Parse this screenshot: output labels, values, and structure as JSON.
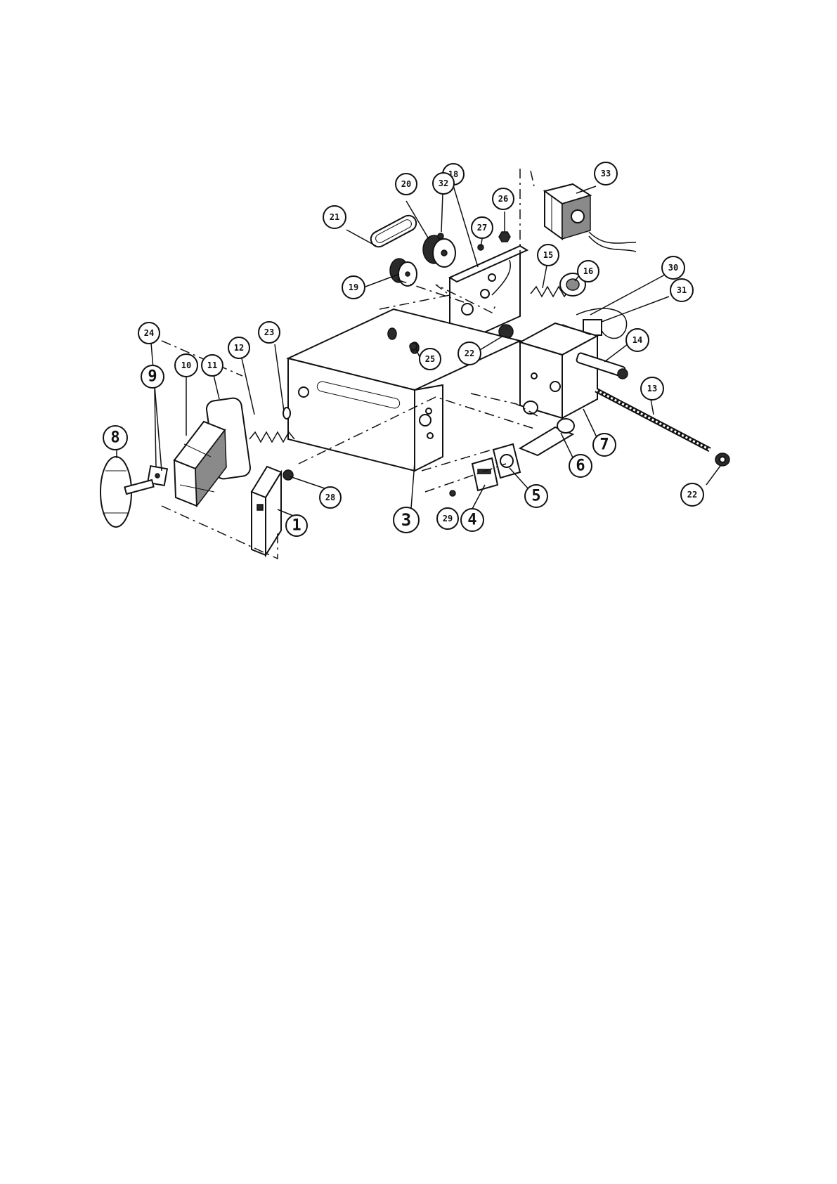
{
  "diagram": {
    "type": "exploded-parts-diagram",
    "callouts": [
      {
        "id": "1",
        "label": "1"
      },
      {
        "id": "3",
        "label": "3"
      },
      {
        "id": "4",
        "label": "4"
      },
      {
        "id": "5",
        "label": "5"
      },
      {
        "id": "6",
        "label": "6"
      },
      {
        "id": "7",
        "label": "7"
      },
      {
        "id": "8",
        "label": "8"
      },
      {
        "id": "9",
        "label": "9"
      },
      {
        "id": "10",
        "label": "10"
      },
      {
        "id": "11",
        "label": "11"
      },
      {
        "id": "12",
        "label": "12"
      },
      {
        "id": "13",
        "label": "13"
      },
      {
        "id": "14",
        "label": "14"
      },
      {
        "id": "15",
        "label": "15"
      },
      {
        "id": "16",
        "label": "16"
      },
      {
        "id": "18",
        "label": "18"
      },
      {
        "id": "19",
        "label": "19"
      },
      {
        "id": "20",
        "label": "20"
      },
      {
        "id": "21",
        "label": "21"
      },
      {
        "id": "22a",
        "label": "22"
      },
      {
        "id": "22b",
        "label": "22"
      },
      {
        "id": "23",
        "label": "23"
      },
      {
        "id": "24",
        "label": "24"
      },
      {
        "id": "25",
        "label": "25"
      },
      {
        "id": "26",
        "label": "26"
      },
      {
        "id": "27",
        "label": "27"
      },
      {
        "id": "28",
        "label": "28"
      },
      {
        "id": "29",
        "label": "29"
      },
      {
        "id": "30",
        "label": "30"
      },
      {
        "id": "31",
        "label": "31"
      },
      {
        "id": "32",
        "label": "32"
      },
      {
        "id": "33",
        "label": "33"
      }
    ]
  },
  "colors": {
    "ink": "#111111",
    "paper": "#ffffff"
  }
}
